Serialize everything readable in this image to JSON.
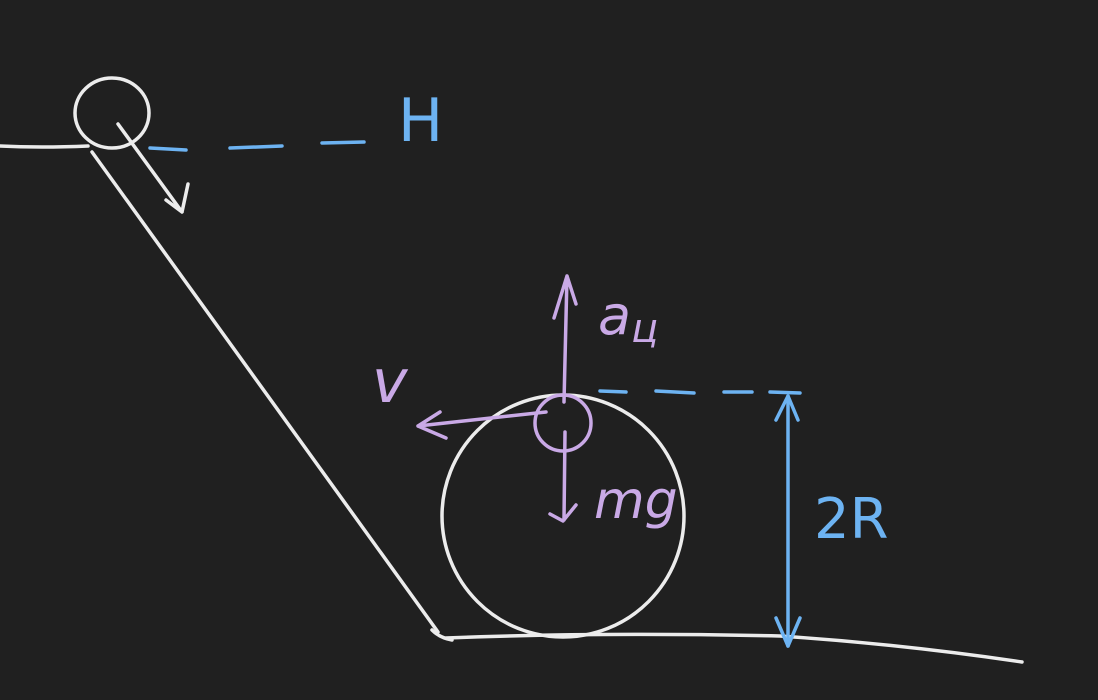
{
  "labels": {
    "height": "H",
    "diameter": "2R",
    "acceleration": "a",
    "acceleration_subscript": "ц",
    "velocity": "v",
    "gravity": "mg"
  },
  "colors": {
    "background": "#202020",
    "track": "#ececec",
    "dimension": "#6db3f2",
    "vectors": "#c9a9e6"
  }
}
